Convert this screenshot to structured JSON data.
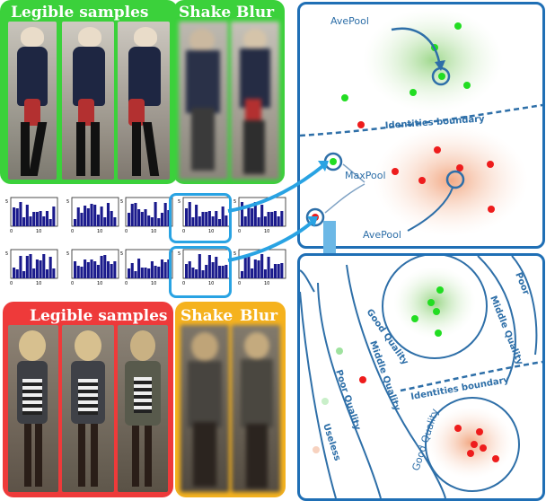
{
  "top_left": {
    "legible_title": "Legible samples",
    "shake_title": "Shake",
    "blur_title": "Blur"
  },
  "bottom_left": {
    "legible_title": "Legible samples",
    "shake_title": "Shake",
    "blur_title": "Blur"
  },
  "top_right": {
    "label_avepool_top": "AvePool",
    "label_maxpool": "MaxPool",
    "label_avepool_bottom": "AvePool",
    "label_boundary": "Identities boundary"
  },
  "bottom_right": {
    "label_good_quality_1": "Good Quality",
    "label_middle_quality_1": "Middle Quality",
    "label_poor_1": "Poor",
    "label_middle_quality_2": "Middle Quality",
    "label_poor_quality": "Poor Quality",
    "label_useless": "Useless",
    "label_boundary": "Identities boundary",
    "label_good_quality_2": "Good Quality"
  },
  "histograms": {
    "tick_min": "0",
    "tick_max": "10",
    "tick_y": "5"
  },
  "colors": {
    "green_panel": "#3bd13b",
    "red_panel": "#ee3a3a",
    "yellow_panel": "#f5b21e",
    "blue_frame": "#1f6fb5",
    "cyan": "#29a3e3",
    "label_blue": "#2e6fa8"
  }
}
